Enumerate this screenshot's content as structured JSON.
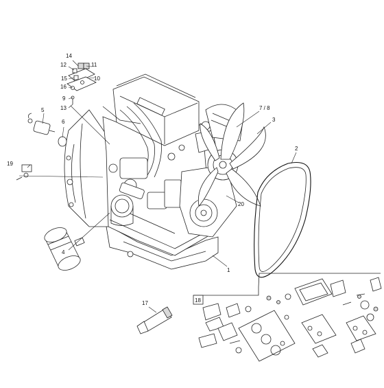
{
  "callouts": [
    {
      "id": "c1",
      "text": "1"
    },
    {
      "id": "c2",
      "text": "2"
    },
    {
      "id": "c3",
      "text": "3"
    },
    {
      "id": "c4",
      "text": "4"
    },
    {
      "id": "c5",
      "text": "5"
    },
    {
      "id": "c6",
      "text": "6"
    },
    {
      "id": "c78",
      "text": "7 / 8"
    },
    {
      "id": "c9",
      "text": "9"
    },
    {
      "id": "c10",
      "text": "10"
    },
    {
      "id": "c11",
      "text": "11"
    },
    {
      "id": "c12",
      "text": "12"
    },
    {
      "id": "c13",
      "text": "13"
    },
    {
      "id": "c14",
      "text": "14"
    },
    {
      "id": "c15",
      "text": "15"
    },
    {
      "id": "c16",
      "text": "16"
    },
    {
      "id": "c17",
      "text": "17"
    },
    {
      "id": "c18",
      "text": "18"
    },
    {
      "id": "c19",
      "text": "19"
    },
    {
      "id": "c20",
      "text": "20"
    }
  ]
}
